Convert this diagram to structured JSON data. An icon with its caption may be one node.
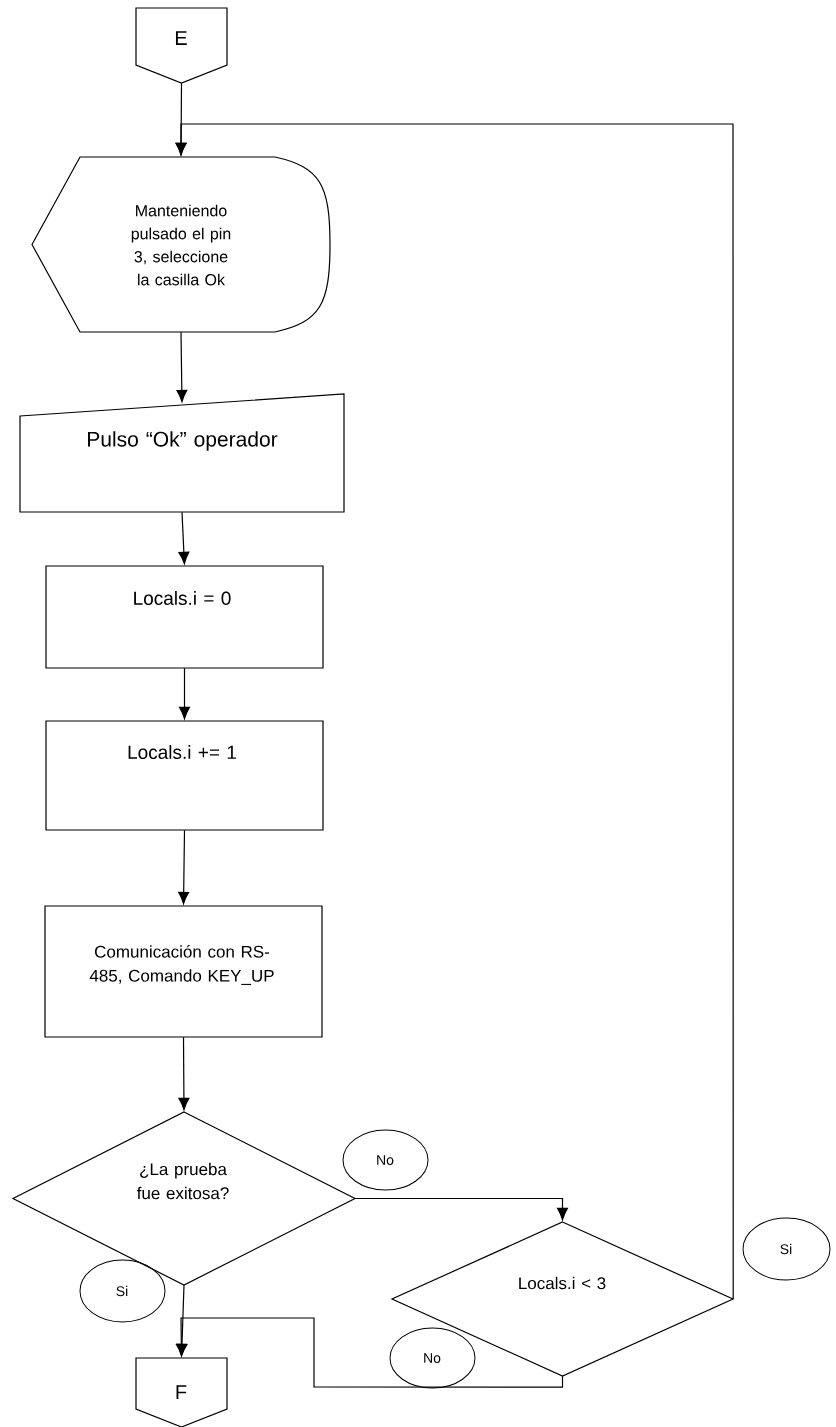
{
  "diagram": {
    "nodes": [
      {
        "text": [
          "E"
        ]
      },
      {
        "text": [
          "Manteniendo pulsado el pin 3, seleccione la casilla Ok"
        ]
      },
      {
        "text": [
          "Pulso “Ok” operador"
        ]
      },
      {
        "text": [
          "Locals.i = 0"
        ]
      },
      {
        "text": [
          "Locals.i += 1"
        ]
      },
      {
        "text": [
          "Comunicación con RS-485, Comando KEY_UP"
        ]
      },
      {
        "text": [
          "¿La prueba fue exitosa?"
        ]
      },
      {
        "text": [
          "Locals.i < 3"
        ]
      },
      {
        "text": [
          "F"
        ]
      },
      {
        "text": [
          "No"
        ]
      },
      {
        "text": [
          "Si"
        ]
      },
      {
        "text": [
          "Si"
        ]
      },
      {
        "text": [
          "No"
        ]
      }
    ],
    "edges": [
      {
        "from": 0,
        "to": 1,
        "arrow": "to"
      },
      {
        "from": 1,
        "to": 2,
        "arrow": "to"
      },
      {
        "from": 2,
        "to": 3,
        "arrow": "to"
      },
      {
        "from": 3,
        "to": 4,
        "arrow": "to"
      },
      {
        "from": 4,
        "to": 5,
        "arrow": "to"
      },
      {
        "from": 5,
        "to": 6,
        "arrow": "to"
      },
      {
        "from": 6,
        "to": 7,
        "arrow": "to"
      },
      {
        "from": 6,
        "to": 8,
        "arrow": "to"
      },
      {
        "from": 7,
        "to": 1,
        "arrow": "to"
      },
      {
        "from": 7,
        "to": 8,
        "arrow": "to"
      }
    ]
  }
}
